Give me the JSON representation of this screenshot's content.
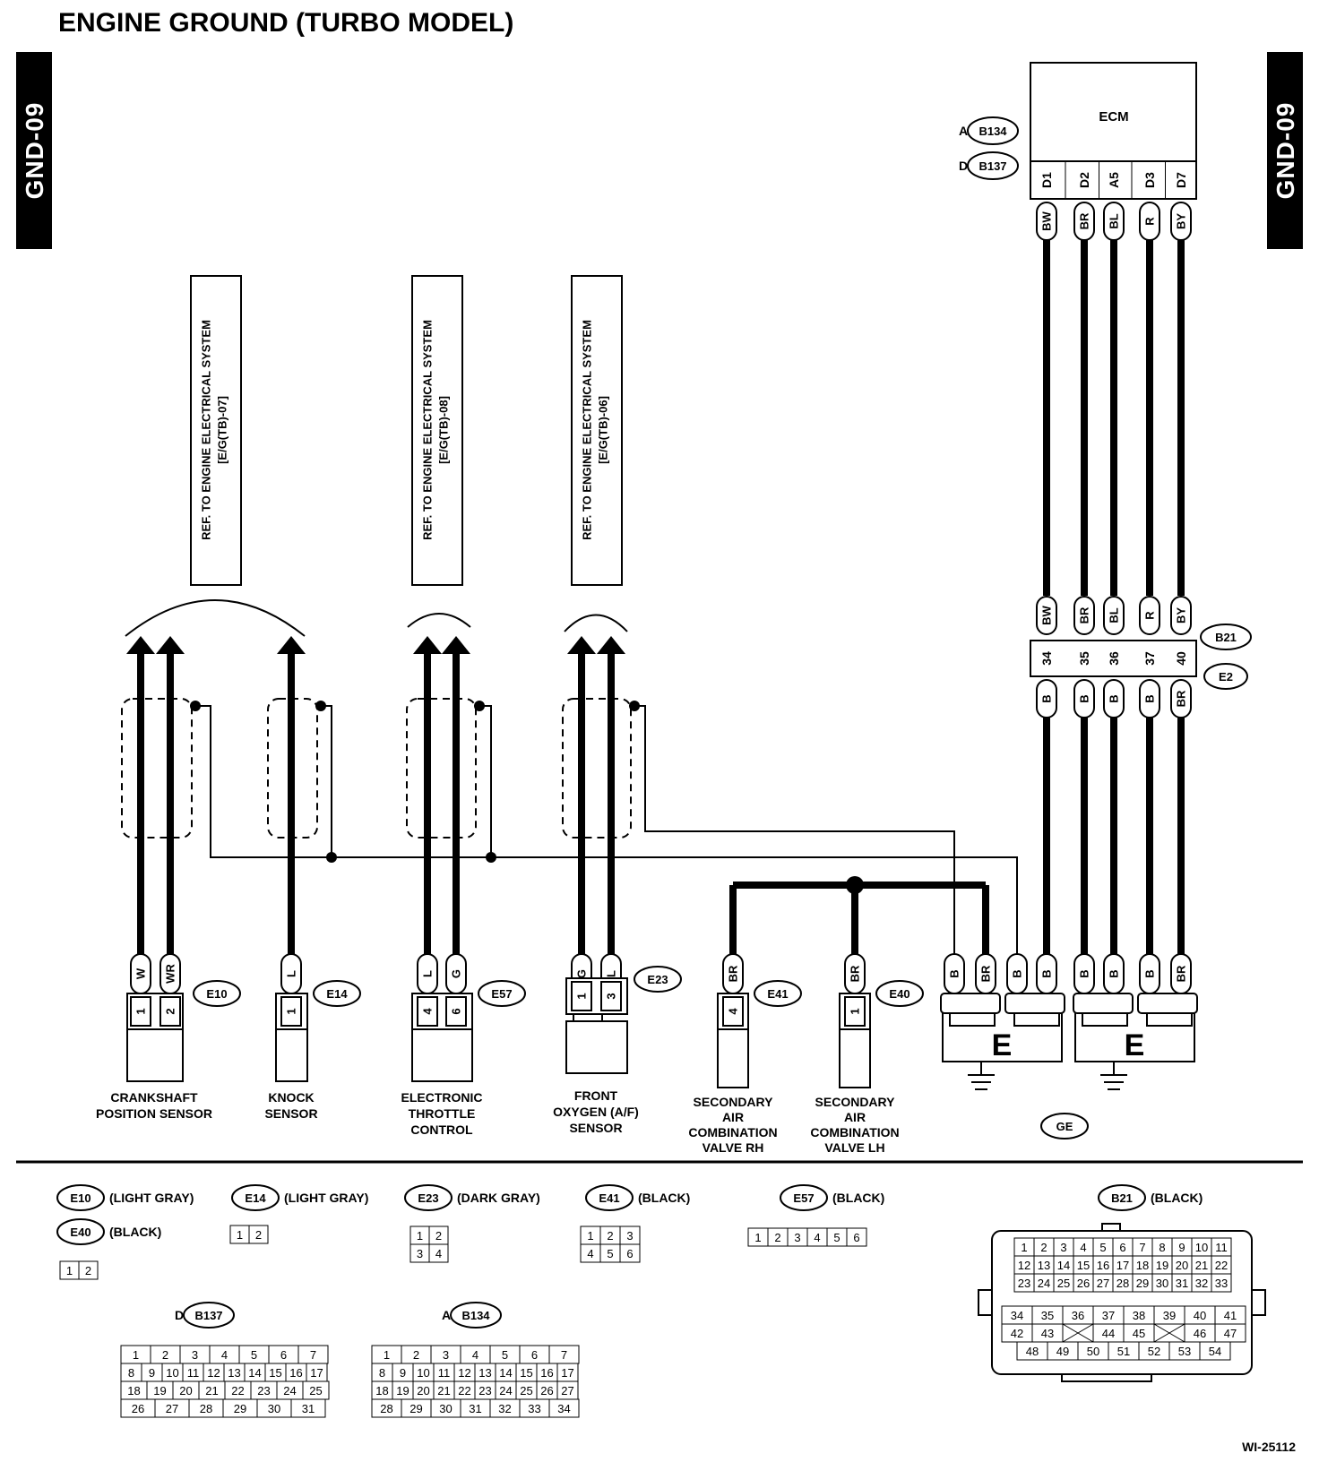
{
  "title": "ENGINE GROUND (TURBO MODEL)",
  "page_code": "GND-09",
  "figure_id": "WI-25112",
  "ecm": {
    "label": "ECM",
    "connector_refs": [
      {
        "prefix": "A:",
        "id": "B134"
      },
      {
        "prefix": "D:",
        "id": "B137"
      }
    ],
    "pins": [
      "D1",
      "D2",
      "A5",
      "D3",
      "D7"
    ],
    "wire_colors": [
      "BW",
      "BR",
      "BL",
      "R",
      "BY"
    ]
  },
  "joint_connector": {
    "upper_id": "B21",
    "lower_id": "E2",
    "upper_colors": [
      "BW",
      "BR",
      "BL",
      "R",
      "BY"
    ],
    "pins": [
      "34",
      "35",
      "36",
      "37",
      "40"
    ],
    "lower_colors": [
      "B",
      "B",
      "B",
      "B",
      "BR"
    ]
  },
  "ref_boxes": [
    {
      "line1": "REF. TO ENGINE ELECTRICAL SYSTEM",
      "line2": "[E/G(TB)-07]"
    },
    {
      "line1": "REF. TO ENGINE ELECTRICAL SYSTEM",
      "line2": "[E/G(TB)-08]"
    },
    {
      "line1": "REF. TO ENGINE ELECTRICAL SYSTEM",
      "line2": "[E/G(TB)-06]"
    }
  ],
  "components": [
    {
      "id": "E10",
      "wire_colors": [
        "W",
        "WR"
      ],
      "pins": [
        "1",
        "2"
      ],
      "name_lines": [
        "CRANKSHAFT",
        "POSITION SENSOR"
      ]
    },
    {
      "id": "E14",
      "wire_colors": [
        "L"
      ],
      "pins": [
        "1"
      ],
      "name_lines": [
        "KNOCK",
        "SENSOR"
      ]
    },
    {
      "id": "E57",
      "wire_colors": [
        "L",
        "G"
      ],
      "pins": [
        "4",
        "6"
      ],
      "name_lines": [
        "ELECTRONIC",
        "THROTTLE",
        "CONTROL"
      ]
    },
    {
      "id": "E23",
      "wire_colors": [
        "G",
        "L"
      ],
      "pins": [
        "1",
        "3"
      ],
      "name_lines": [
        "FRONT",
        "OXYGEN (A/F)",
        "SENSOR"
      ]
    },
    {
      "id": "E41",
      "wire_colors": [
        "BR"
      ],
      "pins": [
        "4"
      ],
      "name_lines": [
        "SECONDARY",
        "AIR",
        "COMBINATION",
        "VALVE RH"
      ]
    },
    {
      "id": "E40",
      "wire_colors": [
        "BR"
      ],
      "pins": [
        "1"
      ],
      "name_lines": [
        "SECONDARY",
        "AIR",
        "COMBINATION",
        "VALVE LH"
      ]
    }
  ],
  "ground": {
    "left_colors": [
      "B",
      "BR",
      "B",
      "B"
    ],
    "right_colors": [
      "B",
      "B",
      "B",
      "BR"
    ],
    "terminal_label": "E",
    "ground_ref": "GE"
  },
  "legend": [
    {
      "id": "E10",
      "color": "(LIGHT GRAY)"
    },
    {
      "id": "E14",
      "color": "(LIGHT GRAY)",
      "pins": [
        [
          "1",
          "2"
        ]
      ]
    },
    {
      "id": "E23",
      "color": "(DARK GRAY)",
      "pins": [
        [
          "1",
          "2"
        ],
        [
          "3",
          "4"
        ]
      ]
    },
    {
      "id": "E41",
      "color": "(BLACK)",
      "pins": [
        [
          "1",
          "2",
          "3"
        ],
        [
          "4",
          "5",
          "6"
        ]
      ]
    },
    {
      "id": "E57",
      "color": "(BLACK)",
      "pins": [
        [
          "1",
          "2",
          "3",
          "4",
          "5",
          "6"
        ]
      ]
    },
    {
      "id": "B21",
      "color": "(BLACK)",
      "pins": [
        [
          "1",
          "2",
          "3",
          "4",
          "5",
          "6",
          "7",
          "8",
          "9",
          "10",
          "11"
        ],
        [
          "12",
          "13",
          "14",
          "15",
          "16",
          "17",
          "18",
          "19",
          "20",
          "21",
          "22"
        ],
        [
          "23",
          "24",
          "25",
          "26",
          "27",
          "28",
          "29",
          "30",
          "31",
          "32",
          "33"
        ],
        [
          "34",
          "35",
          "36",
          "37",
          "38",
          "39",
          "40",
          "41"
        ],
        [
          "42",
          "43",
          "",
          "44",
          "45",
          "",
          "46",
          "47"
        ],
        [
          "48",
          "49",
          "50",
          "51",
          "52",
          "53",
          "54"
        ]
      ]
    },
    {
      "id": "E40",
      "color": "(BLACK)",
      "pins": [
        [
          "1",
          "2"
        ]
      ]
    },
    {
      "id": "B137",
      "prefix": "D:",
      "pins": [
        [
          "1",
          "2",
          "3",
          "4",
          "5",
          "6",
          "7"
        ],
        [
          "8",
          "9",
          "10",
          "11",
          "12",
          "13",
          "14",
          "15",
          "16",
          "17"
        ],
        [
          "18",
          "19",
          "20",
          "21",
          "22",
          "23",
          "24",
          "25"
        ],
        [
          "26",
          "27",
          "28",
          "29",
          "30",
          "31"
        ]
      ]
    },
    {
      "id": "B134",
      "prefix": "A:",
      "pins": [
        [
          "1",
          "2",
          "3",
          "4",
          "5",
          "6",
          "7"
        ],
        [
          "8",
          "9",
          "10",
          "11",
          "12",
          "13",
          "14",
          "15",
          "16",
          "17"
        ],
        [
          "18",
          "19",
          "20",
          "21",
          "22",
          "23",
          "24",
          "25",
          "26",
          "27"
        ],
        [
          "28",
          "29",
          "30",
          "31",
          "32",
          "33",
          "34"
        ]
      ]
    }
  ]
}
